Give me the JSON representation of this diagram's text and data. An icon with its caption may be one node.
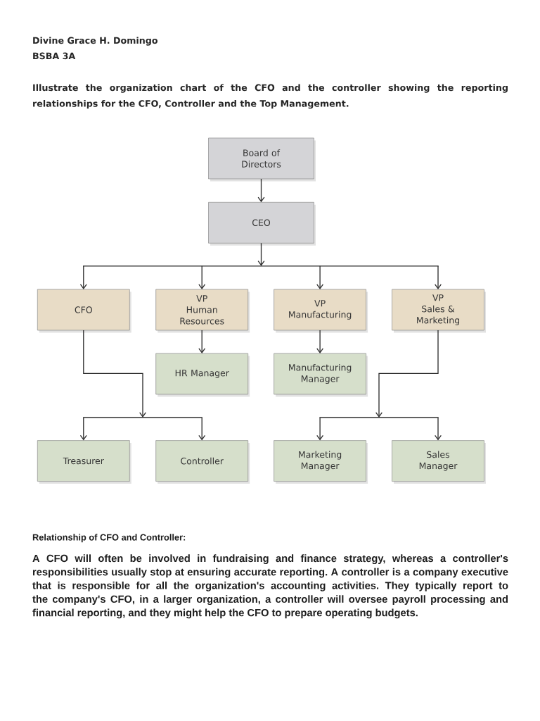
{
  "diagram": {
    "nodes": [
      {
        "text": [
          "Board of Directors"
        ]
      },
      {
        "text": [
          "CEO"
        ]
      },
      {
        "text": [
          "CFO"
        ]
      },
      {
        "text": [
          "VP Human Resources"
        ]
      },
      {
        "text": [
          "VP Manufacturing"
        ]
      },
      {
        "text": [
          "VP Sales & Marketing"
        ]
      },
      {
        "text": [
          "HR Manager"
        ]
      },
      {
        "text": [
          "Manufacturing Manager"
        ]
      },
      {
        "text": [
          "Treasurer"
        ]
      },
      {
        "text": [
          "Controller"
        ]
      },
      {
        "text": [
          "Marketing Manager"
        ]
      },
      {
        "text": [
          "Sales Manager"
        ]
      }
    ],
    "edges": [
      {
        "from": 0,
        "to": 1,
        "arrow": "to"
      },
      {
        "from": 1,
        "to": 2,
        "arrow": "to"
      },
      {
        "from": 1,
        "to": 3,
        "arrow": "to"
      },
      {
        "from": 1,
        "to": 4,
        "arrow": "to"
      },
      {
        "from": 1,
        "to": 5,
        "arrow": "to"
      },
      {
        "from": 3,
        "to": 6,
        "arrow": "to"
      },
      {
        "from": 4,
        "to": 7,
        "arrow": "to"
      },
      {
        "from": 2,
        "to": 8,
        "arrow": "to"
      },
      {
        "from": 2,
        "to": 9,
        "arrow": "to"
      },
      {
        "from": 5,
        "to": 10,
        "arrow": "to"
      },
      {
        "from": 5,
        "to": 11,
        "arrow": "to"
      }
    ],
    "labels": [
      "Divine Grace H. Domingo",
      "BSBA 3A",
      "Illustrate the organization chart of the CFO and the controller showing the reporting relationships for the CFO, Controller and the Top Management.",
      "Relationship of CFO and Controller:",
      "A CFO will often be involved in fundraising and finance strategy, whereas a controller's responsibilities usually stop at ensuring accurate reporting. A controller is a company executive that is responsible for all the organization's accounting activities. They typically report to the company's CFO, in a larger organization, a controller will oversee payroll processing and financial reporting, and they might help the CFO to prepare operating budgets."
    ]
  }
}
